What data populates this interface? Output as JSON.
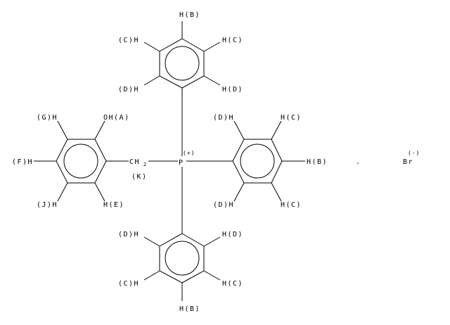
{
  "diagram": {
    "type": "chemical-structure",
    "colors": {
      "line": "#000000",
      "background": "#ffffff"
    },
    "central_atom": {
      "label": "P",
      "charge": "(+)"
    },
    "counter_ion": {
      "label": "Br",
      "charge": "(-)",
      "separator": "."
    },
    "ring_top": {
      "labels": {
        "para": "H(B)",
        "meta_left": "(C)H",
        "meta_right": "H(C)",
        "ortho_left": "(D)H",
        "ortho_right": "H(D)"
      }
    },
    "ring_right": {
      "labels": {
        "para": "H(B)",
        "meta_top": "H(C)",
        "meta_bottom": "H(C)",
        "ortho_top": "(D)H",
        "ortho_bottom": "(D)H"
      }
    },
    "ring_bottom": {
      "labels": {
        "para": "H(B)",
        "meta_left": "(C)H",
        "meta_right": "H(C)",
        "ortho_left": "(D)H",
        "ortho_right": "H(D)"
      }
    },
    "ring_left": {
      "labels": {
        "oh": "OH(A)",
        "g": "(G)H",
        "f": "(F)H",
        "j": "(J)H",
        "e": "H(E)"
      }
    },
    "linker": {
      "label": "CH",
      "subscript": "2",
      "tag": "(K)"
    }
  }
}
